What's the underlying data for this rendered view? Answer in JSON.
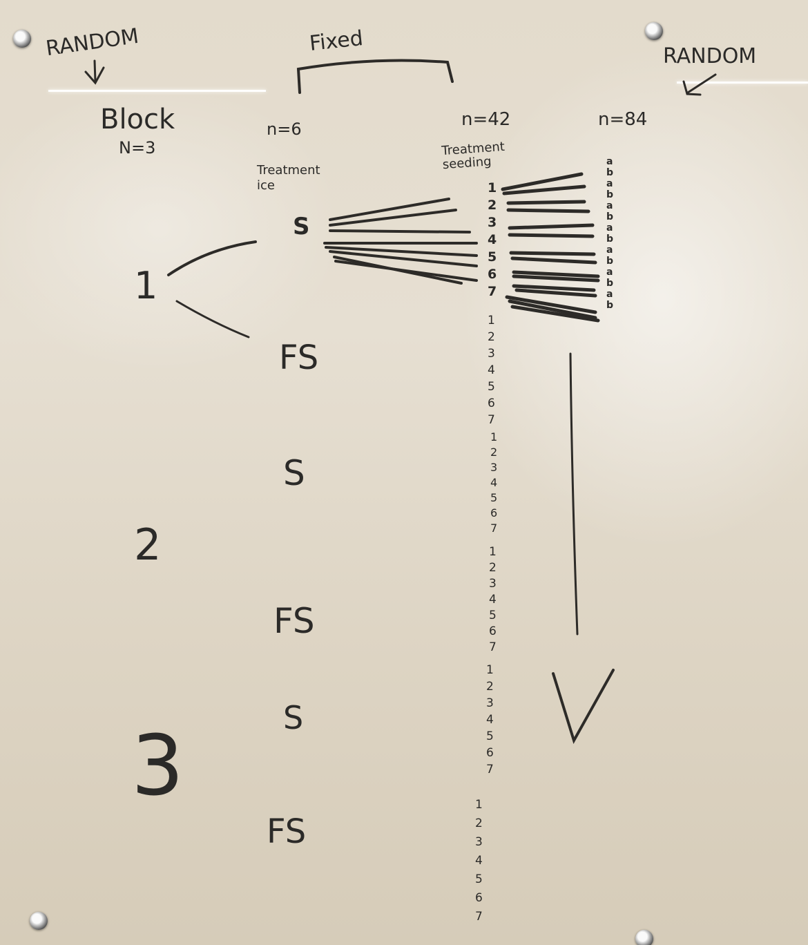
{
  "labels": {
    "random_left": "RANDOM",
    "fixed": "Fixed",
    "random_right": "RANDOM",
    "block_title": "Block",
    "block_n": "N=3",
    "n6": "n=6",
    "treatment_ice": "Treatment ice",
    "n42": "n=42",
    "treatment_seeding": "Treatment seeding",
    "n84": "n=84"
  },
  "blocks": [
    {
      "label": "1",
      "treatments": [
        "S",
        "FS"
      ]
    },
    {
      "label": "2",
      "treatments": [
        "S",
        "FS"
      ]
    },
    {
      "label": "3",
      "treatments": [
        "S",
        "FS"
      ]
    }
  ],
  "seeding_levels": [
    "1",
    "2",
    "3",
    "4",
    "5",
    "6",
    "7"
  ],
  "subsample_levels": [
    "a",
    "b"
  ],
  "colors": {
    "ink": "#2b2a28",
    "board": "#e3dbcc"
  }
}
